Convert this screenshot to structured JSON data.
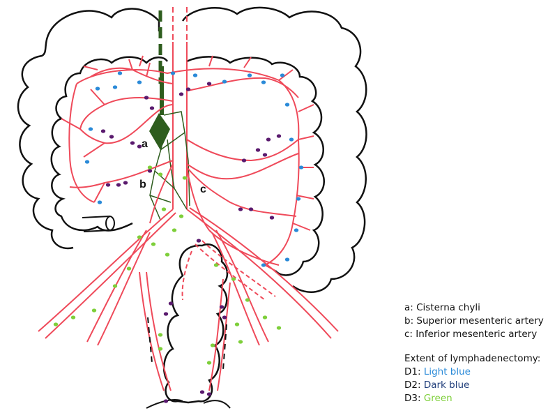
{
  "labels": {
    "a": "a",
    "b": "b",
    "c": "c"
  },
  "legend": {
    "definitions": [
      "a: Cisterna chyli",
      "b: Superior mesenteric artery",
      "c: Inferior mesenteric artery"
    ],
    "extent_title": "Extent of lymphadenectomy:",
    "levels": [
      {
        "prefix": "D1: ",
        "name": "Light blue",
        "color": "#2a8ad8"
      },
      {
        "prefix": "D2: ",
        "name": "Dark blue",
        "color": "#1f3d7a"
      },
      {
        "prefix": "D3: ",
        "name": "Green",
        "color": "#7ecf3a"
      }
    ]
  },
  "colors": {
    "artery": "#ef4a5a",
    "lymph_vessel": "#2e5d1e",
    "cisterna": "#2e5d1e",
    "d1_node": "#2a8ad8",
    "d2_node": "#5a1a6e",
    "d3_node": "#7ecf3a",
    "bowel_outline": "#111111"
  }
}
